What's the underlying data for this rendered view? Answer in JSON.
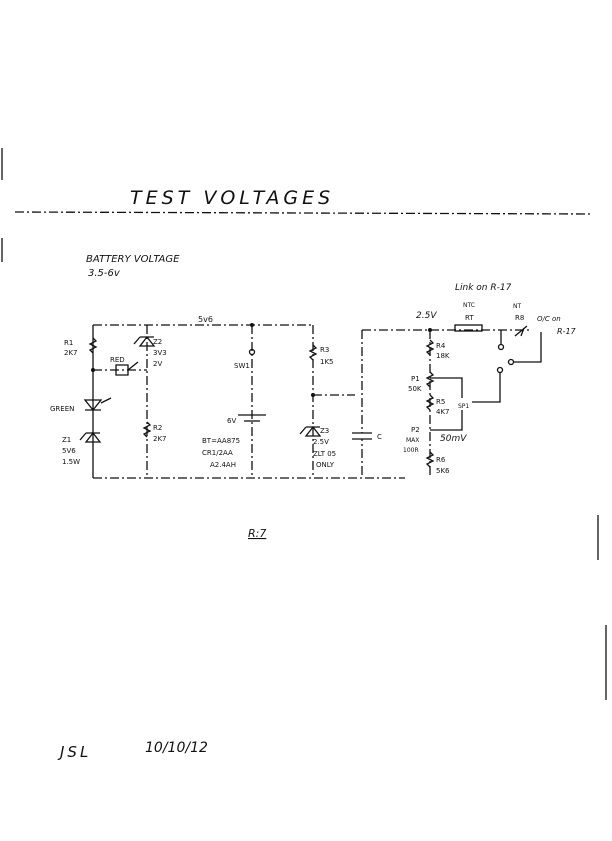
{
  "title": "TEST VOLTAGES",
  "battery": {
    "label": "BATTERY VOLTAGE",
    "range": "3.5-6v"
  },
  "rail_label": "5v6",
  "left_branch": {
    "r1": "R1",
    "r1_value": "2K7",
    "green_led": "GREEN",
    "z1": "Z1",
    "z1_value": "5V6",
    "z1_power": "1.5W"
  },
  "mid_branch": {
    "z2": "Z2",
    "z2_value": "3V3",
    "z2_note": "2V",
    "red_led": "RED",
    "r2": "R2",
    "r2_value": "2K7"
  },
  "battery_branch": {
    "switch": "SW1",
    "cell": "6V",
    "bt": "BT=AA875",
    "type": "CR1/2AA",
    "capacity": "A2.4AH"
  },
  "ref_branch": {
    "r3": "R3",
    "r3_value": "1K5",
    "z3": "Z3",
    "z3_value": "2.5V",
    "z3_part": "ZLT 05",
    "z3_note": "ONLY"
  },
  "capacitor": "C",
  "divider": {
    "voltage": "2.5V",
    "link_note": "Link on R-17",
    "rt_note": "NTC",
    "rt": "RT",
    "r8_note": "NT",
    "r8": "R8",
    "oc_note": "O/C on",
    "oc_ref": "R-17",
    "r4": "R4",
    "r4_value": "18K",
    "p1": "P1",
    "p1_value": "50K",
    "r5": "R5",
    "r5_value": "4K7",
    "sp": "SP1",
    "p2": "P2",
    "p2_note": "MAX",
    "p2_value": "100R",
    "output": "50mV",
    "r6": "R6",
    "r6_value": "5K6"
  },
  "ref_mark": "R:7",
  "signature": {
    "initials": "JSL",
    "date": "10/10/12"
  }
}
